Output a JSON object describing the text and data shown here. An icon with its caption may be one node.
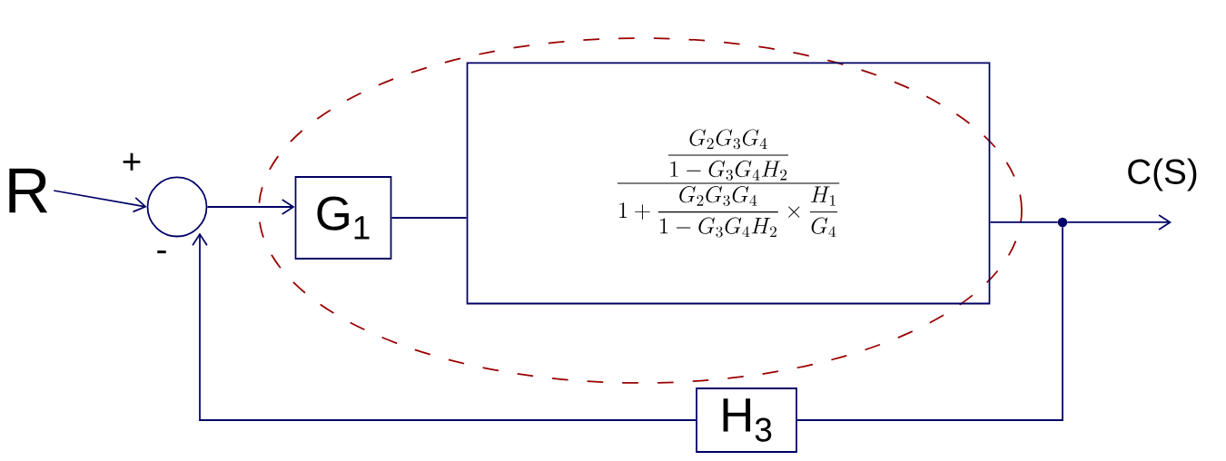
{
  "diagram": {
    "nodes": [
      {
        "text": [
          "R"
        ]
      },
      {
        "text": [],
        "shape": "circle"
      },
      {
        "text": [
          "G$_{1}$"
        ]
      },
      {
        "text": [
          "\\frac{\\dfrac{G_2G_3G_4}{1-G_3G_4H_2}}{1+\\dfrac{G_2G_3G_4}{1-G_3G_4H_2}\\times\\dfrac{H_1}{G_4}}"
        ]
      },
      {
        "text": [],
        "shape": "circle"
      },
      {
        "text": [
          "H$_{3}$"
        ]
      }
    ],
    "edges": [
      {
        "from": 0,
        "to": 1,
        "arrow": "to"
      },
      {
        "from": 1,
        "to": 2,
        "arrow": "to"
      },
      {
        "from": 2,
        "to": 3,
        "arrow": "none"
      },
      {
        "from": 3,
        "to": 4,
        "arrow": "none"
      },
      {
        "from": 4,
        "to": null,
        "arrow": "to",
        "label": "C(S)"
      },
      {
        "from": 4,
        "to": 5,
        "arrow": "none"
      },
      {
        "from": 5,
        "to": 1,
        "arrow": "to"
      }
    ],
    "labels": [
      "+",
      "-"
    ]
  }
}
